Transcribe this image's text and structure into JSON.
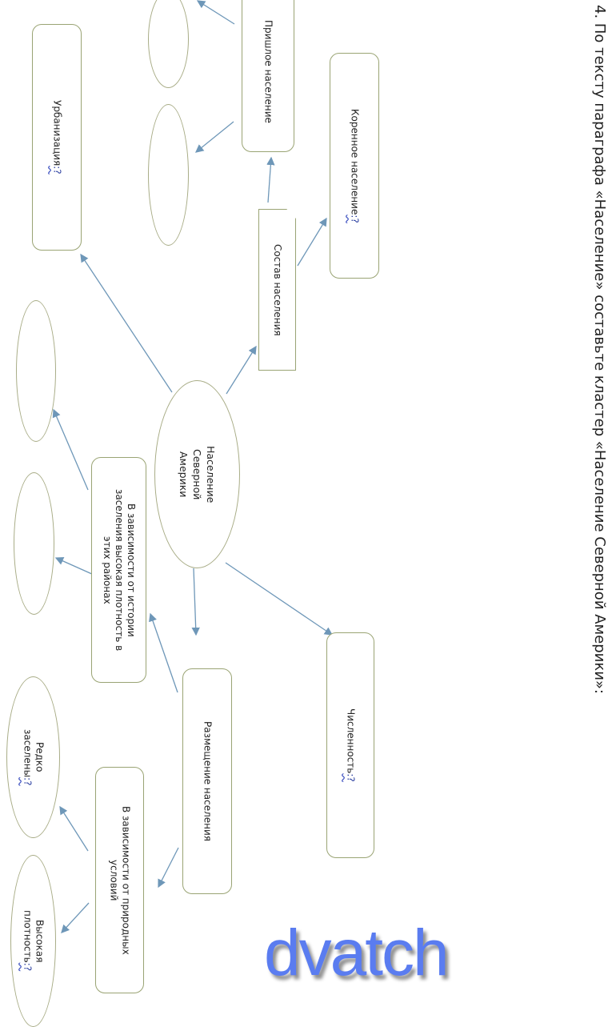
{
  "title": "4. По тексту параграфа «Население» составьте кластер «Население Северной Америки»:",
  "center": [
    "Население",
    "Северной",
    "Америки"
  ],
  "nodes": {
    "sostav": "Состав населения",
    "korennoe": "Коренное население",
    "prishloe": "Пришлое население",
    "urbanizaciya": "Урбанизация",
    "chislennost": "Численность",
    "razmeshchenie": "Размещение населения",
    "istoriya": [
      "В зависимости от истории",
      "заселения высокая плотность в",
      "этих районах"
    ],
    "prirodnye": [
      "В зависимости от природных",
      "условий"
    ],
    "redko": [
      "Редко",
      "заселены"
    ],
    "vysokaya": [
      "Высокая",
      "плотность"
    ]
  },
  "placeholder": ":?",
  "watermark": "dvatch",
  "colors": {
    "arrow": "#6e97b8",
    "border": "#9aa474",
    "watermark": "#5a7cf0"
  }
}
